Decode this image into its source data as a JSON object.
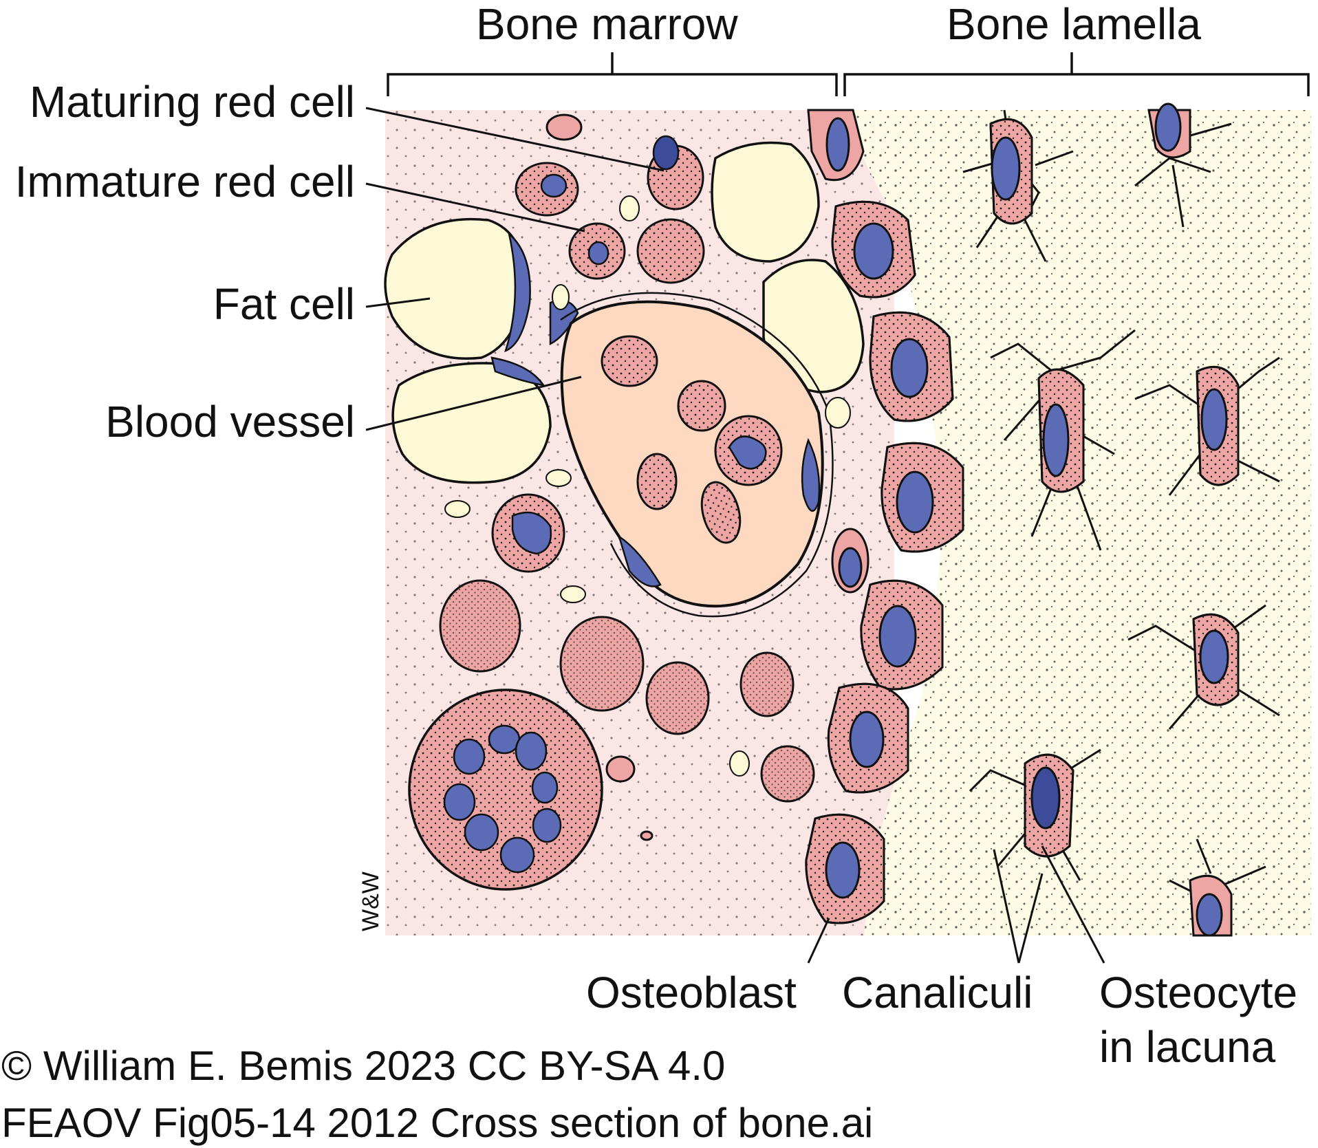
{
  "labels": {
    "bone_marrow": "Bone marrow",
    "bone_lamella": "Bone lamella",
    "maturing_red_cell": "Maturing red cell",
    "immature_red_cell": "Immature red cell",
    "fat_cell": "Fat cell",
    "blood_vessel": "Blood vessel",
    "osteoblast": "Osteoblast",
    "canaliculi": "Canaliculi",
    "osteocyte_line1": "Osteocyte",
    "osteocyte_line2": "in lacuna"
  },
  "signature": "W&W",
  "credits": {
    "line1": "© William E. Bemis 2023 CC BY-SA 4.0",
    "line2": "FEAOV Fig05-14 2012 Cross section of bone.ai"
  },
  "colors": {
    "marrow_bg": "#fbe6e6",
    "bone_bg": "#fdfbe6",
    "fat": "#fcf9d6",
    "vessel": "#fcd9c0",
    "cell": "#eda6a4",
    "nucleus": "#5c6bb5",
    "outline": "#111111"
  }
}
